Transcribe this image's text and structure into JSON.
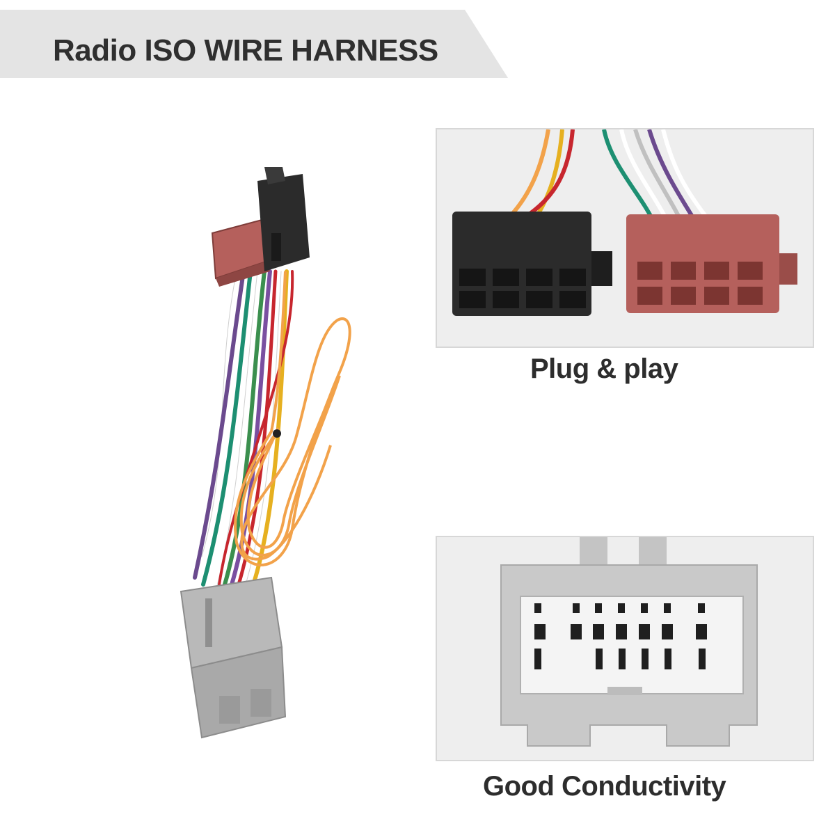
{
  "banner": {
    "title": "Radio ISO WIRE HARNESS"
  },
  "panels": {
    "plug_caption": "Plug & play",
    "conductivity_caption": "Good Conductivity"
  },
  "colors": {
    "banner_bg": "#e4e4e4",
    "panel_bg": "#eeeeee",
    "iso_black": "#2b2b2b",
    "iso_red": "#b5605c",
    "vehicle_plug_grey": "#b9b9b9",
    "wire_orange": "#f2a24a"
  }
}
